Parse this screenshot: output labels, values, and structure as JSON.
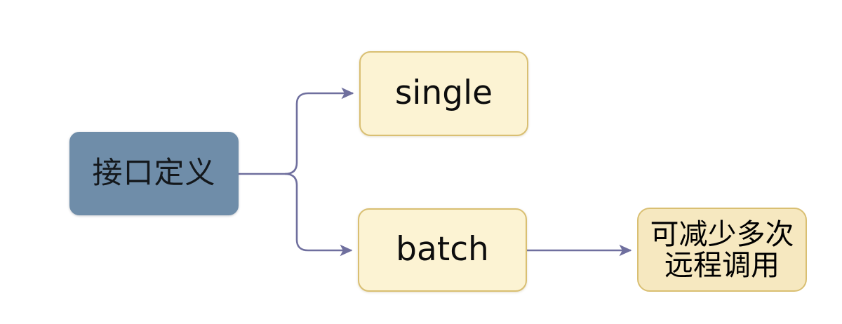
{
  "diagram": {
    "type": "flowchart",
    "orientation": "left-to-right",
    "background_color": "#ffffff",
    "title": "",
    "nodes": [
      {
        "id": "root",
        "label": "接口定义",
        "shape": "rounded-rectangle",
        "fill": "#6f8da9",
        "stroke": "#6f8da9",
        "text_color": "#14181c"
      },
      {
        "id": "single",
        "label": "single",
        "shape": "rounded-rectangle",
        "fill": "#fcf3d3",
        "stroke": "#d9bf72",
        "text_color": "#0d0d0d"
      },
      {
        "id": "batch",
        "label": "batch",
        "shape": "rounded-rectangle",
        "fill": "#fcf3d3",
        "stroke": "#d9bf72",
        "text_color": "#0d0d0d"
      },
      {
        "id": "note",
        "label": "可减少多次\n远程调用",
        "shape": "rounded-rectangle",
        "fill": "#f6e8c0",
        "stroke": "#d9bf72",
        "text_color": "#0d0d0d"
      }
    ],
    "edges": [
      {
        "id": "root-to-single",
        "from": "root",
        "to": "single",
        "style": "orthogonal-curved",
        "arrow": "triangle",
        "color": "#6f6f9e"
      },
      {
        "id": "root-to-batch",
        "from": "root",
        "to": "batch",
        "style": "orthogonal-curved",
        "arrow": "triangle",
        "color": "#6f6f9e"
      },
      {
        "id": "batch-to-note",
        "from": "batch",
        "to": "note",
        "style": "straight",
        "arrow": "triangle",
        "color": "#6f6f9e"
      }
    ],
    "edge_color": "#6f6f9e"
  }
}
